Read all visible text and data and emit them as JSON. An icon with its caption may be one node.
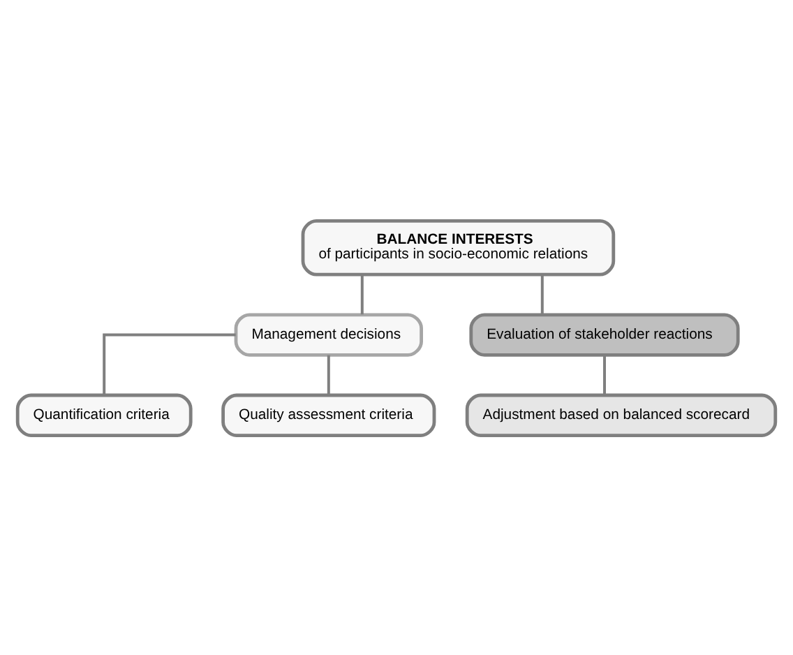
{
  "diagram": {
    "nodes": [
      {
        "text": [
          "BALANCE INTERESTS",
          "of participants in socio-economic relations"
        ]
      },
      {
        "text": [
          "Management decisions"
        ]
      },
      {
        "text": [
          "Evaluation of stakeholder reactions"
        ]
      },
      {
        "text": [
          "Quantification criteria"
        ]
      },
      {
        "text": [
          "Quality assessment criteria"
        ]
      },
      {
        "text": [
          "Adjustment based on balanced scorecard"
        ]
      }
    ],
    "edges": [
      {
        "from": 0,
        "to": 1,
        "arrow": "none"
      },
      {
        "from": 0,
        "to": 2,
        "arrow": "none"
      },
      {
        "from": 1,
        "to": 3,
        "arrow": "none"
      },
      {
        "from": 1,
        "to": 4,
        "arrow": "none"
      },
      {
        "from": 2,
        "to": 5,
        "arrow": "none"
      }
    ]
  }
}
